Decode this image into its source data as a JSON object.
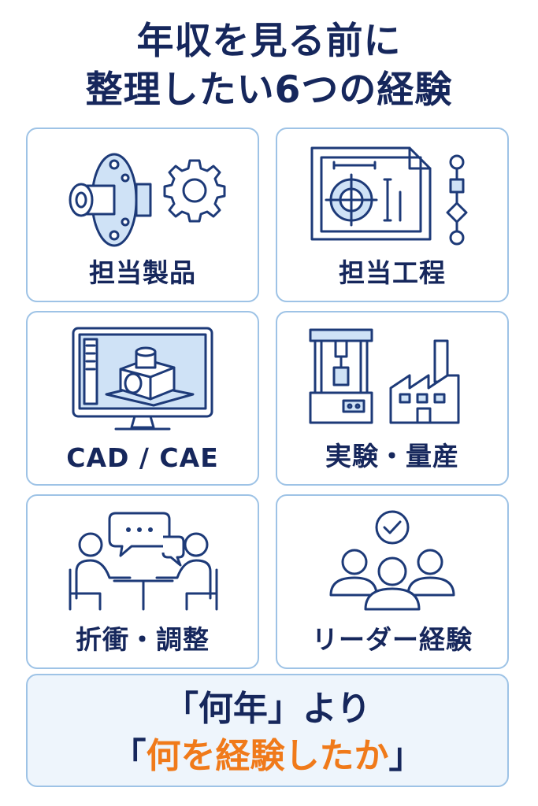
{
  "title": {
    "line1": "年収を見る前に",
    "line2": "整理したい6つの経験"
  },
  "cards": [
    {
      "label": "担当製品",
      "icon": "flange-gear-icon"
    },
    {
      "label": "担当工程",
      "icon": "drawing-flowchart-icon"
    },
    {
      "label": "CAD / CAE",
      "icon": "cad-monitor-icon"
    },
    {
      "label": "実験・量産",
      "icon": "test-machine-factory-icon"
    },
    {
      "label": "折衝・調整",
      "icon": "meeting-icon"
    },
    {
      "label": "リーダー経験",
      "icon": "team-leader-icon"
    }
  ],
  "footer": {
    "line1": "「何年」より",
    "line2_open": "「",
    "line2_accent": "何を経験したか",
    "line2_close": "」"
  },
  "colors": {
    "navy": "#16275c",
    "accent": "#f07a1a",
    "border": "#9ec3e6",
    "icon_fill": "#cfe2f6"
  }
}
